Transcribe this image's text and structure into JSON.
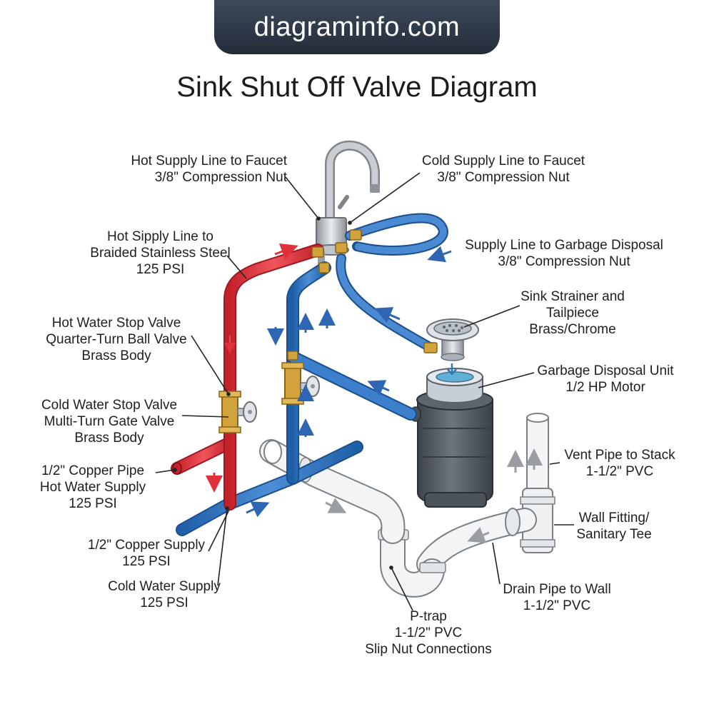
{
  "banner": "diagraminfo.com",
  "title": "Sink Shut Off Valve Diagram",
  "colors": {
    "hot": "#e0303a",
    "cold": "#2f73c0",
    "pvc": "#f2f4f6",
    "disposal": "#545b63",
    "brass": "#d2a23c",
    "leader": "#222222"
  },
  "labels": {
    "hot_supply_faucet": {
      "line1": "Hot Supply Line to Faucet",
      "line2": "3/8\" Compression Nut"
    },
    "cold_supply_faucet": {
      "line1": "Cold Supply Line to Faucet",
      "line2": "3/8\" Compression Nut"
    },
    "hot_braided": {
      "line1": "Hot Sipply Line to",
      "line2": "Braided Stainless Steel",
      "line3": "125 PSI"
    },
    "disposal_supply": {
      "line1": "Supply Line to Garbage Disposal",
      "line2": "3/8\" Compression Nut"
    },
    "strainer": {
      "line1": "Sink Strainer and",
      "line2": "Tailpiece",
      "line3": "Brass/Chrome"
    },
    "hot_stop_valve": {
      "line1": "Hot Water Stop Valve",
      "line2": "Quarter-Turn Ball Valve",
      "line3": "Brass Body"
    },
    "disposal_unit": {
      "line1": "Garbage Disposal Unit",
      "line2": "1/2 HP Motor"
    },
    "cold_stop_valve": {
      "line1": "Cold Water Stop Valve",
      "line2": "Multi-Turn Gate Valve",
      "line3": "Brass Body"
    },
    "vent_pipe": {
      "line1": "Vent Pipe to Stack",
      "line2": "1-1/2\" PVC"
    },
    "copper_hot": {
      "line1": "1/2\" Copper Pipe",
      "line2": "Hot Water Supply",
      "line3": "125 PSI"
    },
    "wall_fitting": {
      "line1": "Wall Fitting/",
      "line2": "Sanitary Tee"
    },
    "copper_supply": {
      "line1": "1/2\" Copper Supply",
      "line2": "125 PSI"
    },
    "drain_pipe": {
      "line1": "Drain Pipe to Wall",
      "line2": "1-1/2\" PVC"
    },
    "cold_water_supply": {
      "line1": "Cold Water Supply",
      "line2": "125 PSI"
    },
    "ptrap": {
      "line1": "P-trap",
      "line2": "1-1/2\" PVC",
      "line3": "Slip Nut Connections"
    }
  }
}
